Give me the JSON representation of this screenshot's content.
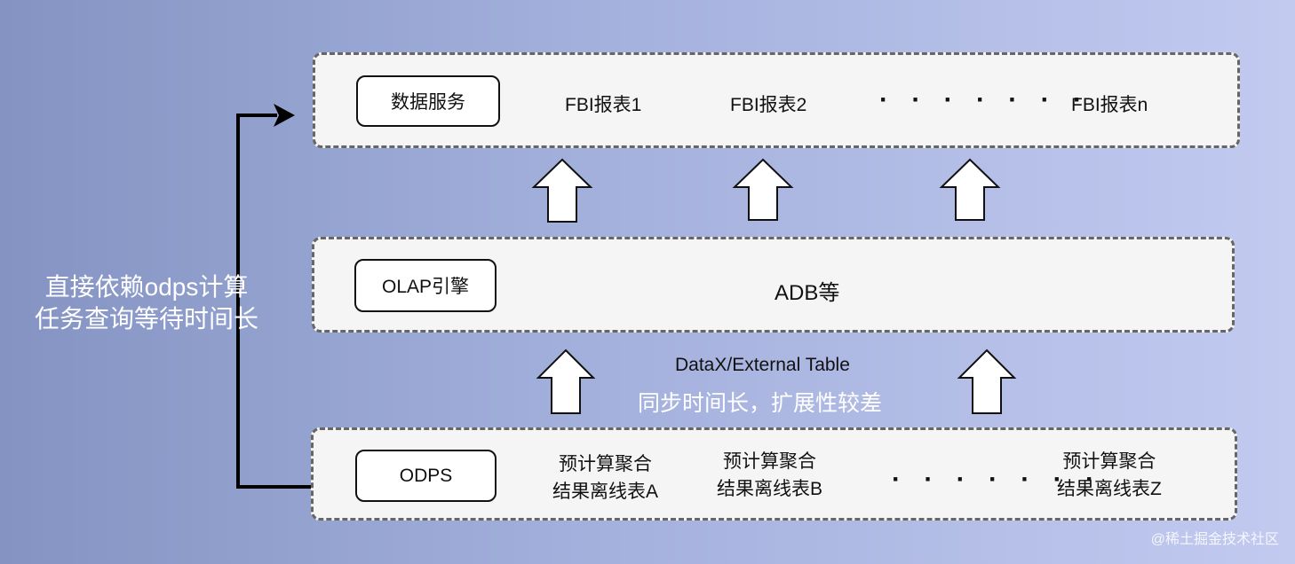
{
  "top_layer": {
    "service_node": "数据服务",
    "reports": [
      "FBI报表1",
      "FBI报表2",
      "FBI报表n"
    ],
    "ellipsis": "· · · · · · ·"
  },
  "middle_layer": {
    "engine_node": "OLAP引擎",
    "engine_value": "ADB等"
  },
  "bottom_layer": {
    "source_node": "ODPS",
    "tables": [
      {
        "line1": "预计算聚合",
        "line2": "结果离线表A"
      },
      {
        "line1": "预计算聚合",
        "line2": "结果离线表B"
      },
      {
        "line1": "预计算聚合",
        "line2": "结果离线表Z"
      }
    ],
    "ellipsis": "· · · · · · ·"
  },
  "sync": {
    "method": "DataX/External Table",
    "issue": "同步时间长，扩展性较差"
  },
  "side_note": {
    "line1": "直接依赖odps计算",
    "line2": "任务查询等待时间长"
  },
  "watermark": "@稀土掘金技术社区",
  "colors": {
    "layer_fill": "#f5f5f5",
    "layer_border": "#666666",
    "node_border": "#111111",
    "note_text": "#ffffff"
  }
}
